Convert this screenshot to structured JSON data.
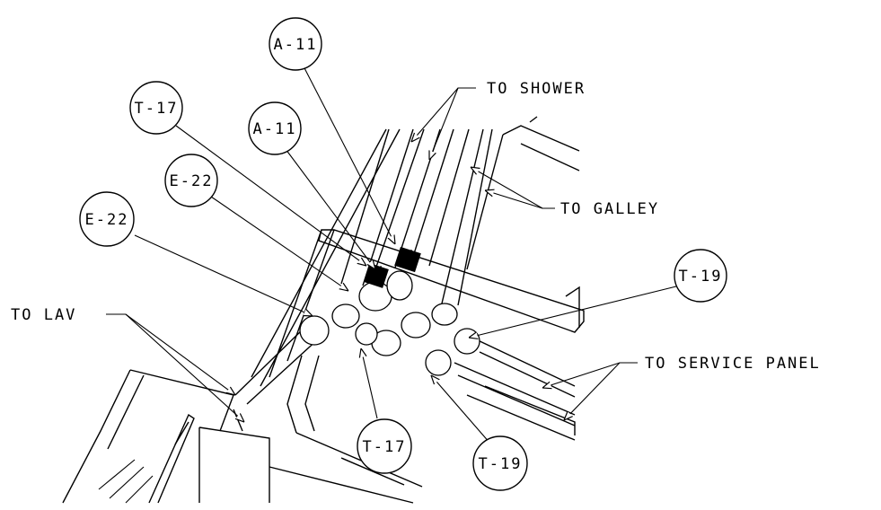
{
  "callouts": {
    "to_shower": "TO SHOWER",
    "to_galley": "TO GALLEY",
    "to_lav": "TO LAV",
    "to_service_panel": "TO SERVICE PANEL"
  },
  "balloons": {
    "a11_top": "A-11",
    "a11_mid": "A-11",
    "t17_top": "T-17",
    "e22_upper": "E-22",
    "e22_lower": "E-22",
    "t19_right": "T-19",
    "t17_bottom": "T-17",
    "t19_bottom": "T-19"
  }
}
